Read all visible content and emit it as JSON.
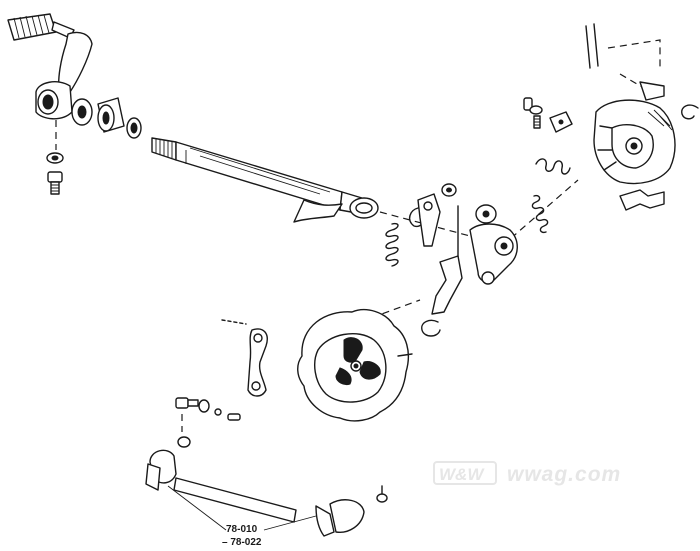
{
  "callout": {
    "part_number_line1": "78-010",
    "part_number_line2": "– 78-022"
  },
  "watermark": {
    "logo_text": "W&W",
    "url_text": "wwag.com"
  },
  "colors": {
    "line_art": "#1a1a1a",
    "watermark": "#e6e6e6",
    "background": "#ffffff"
  }
}
